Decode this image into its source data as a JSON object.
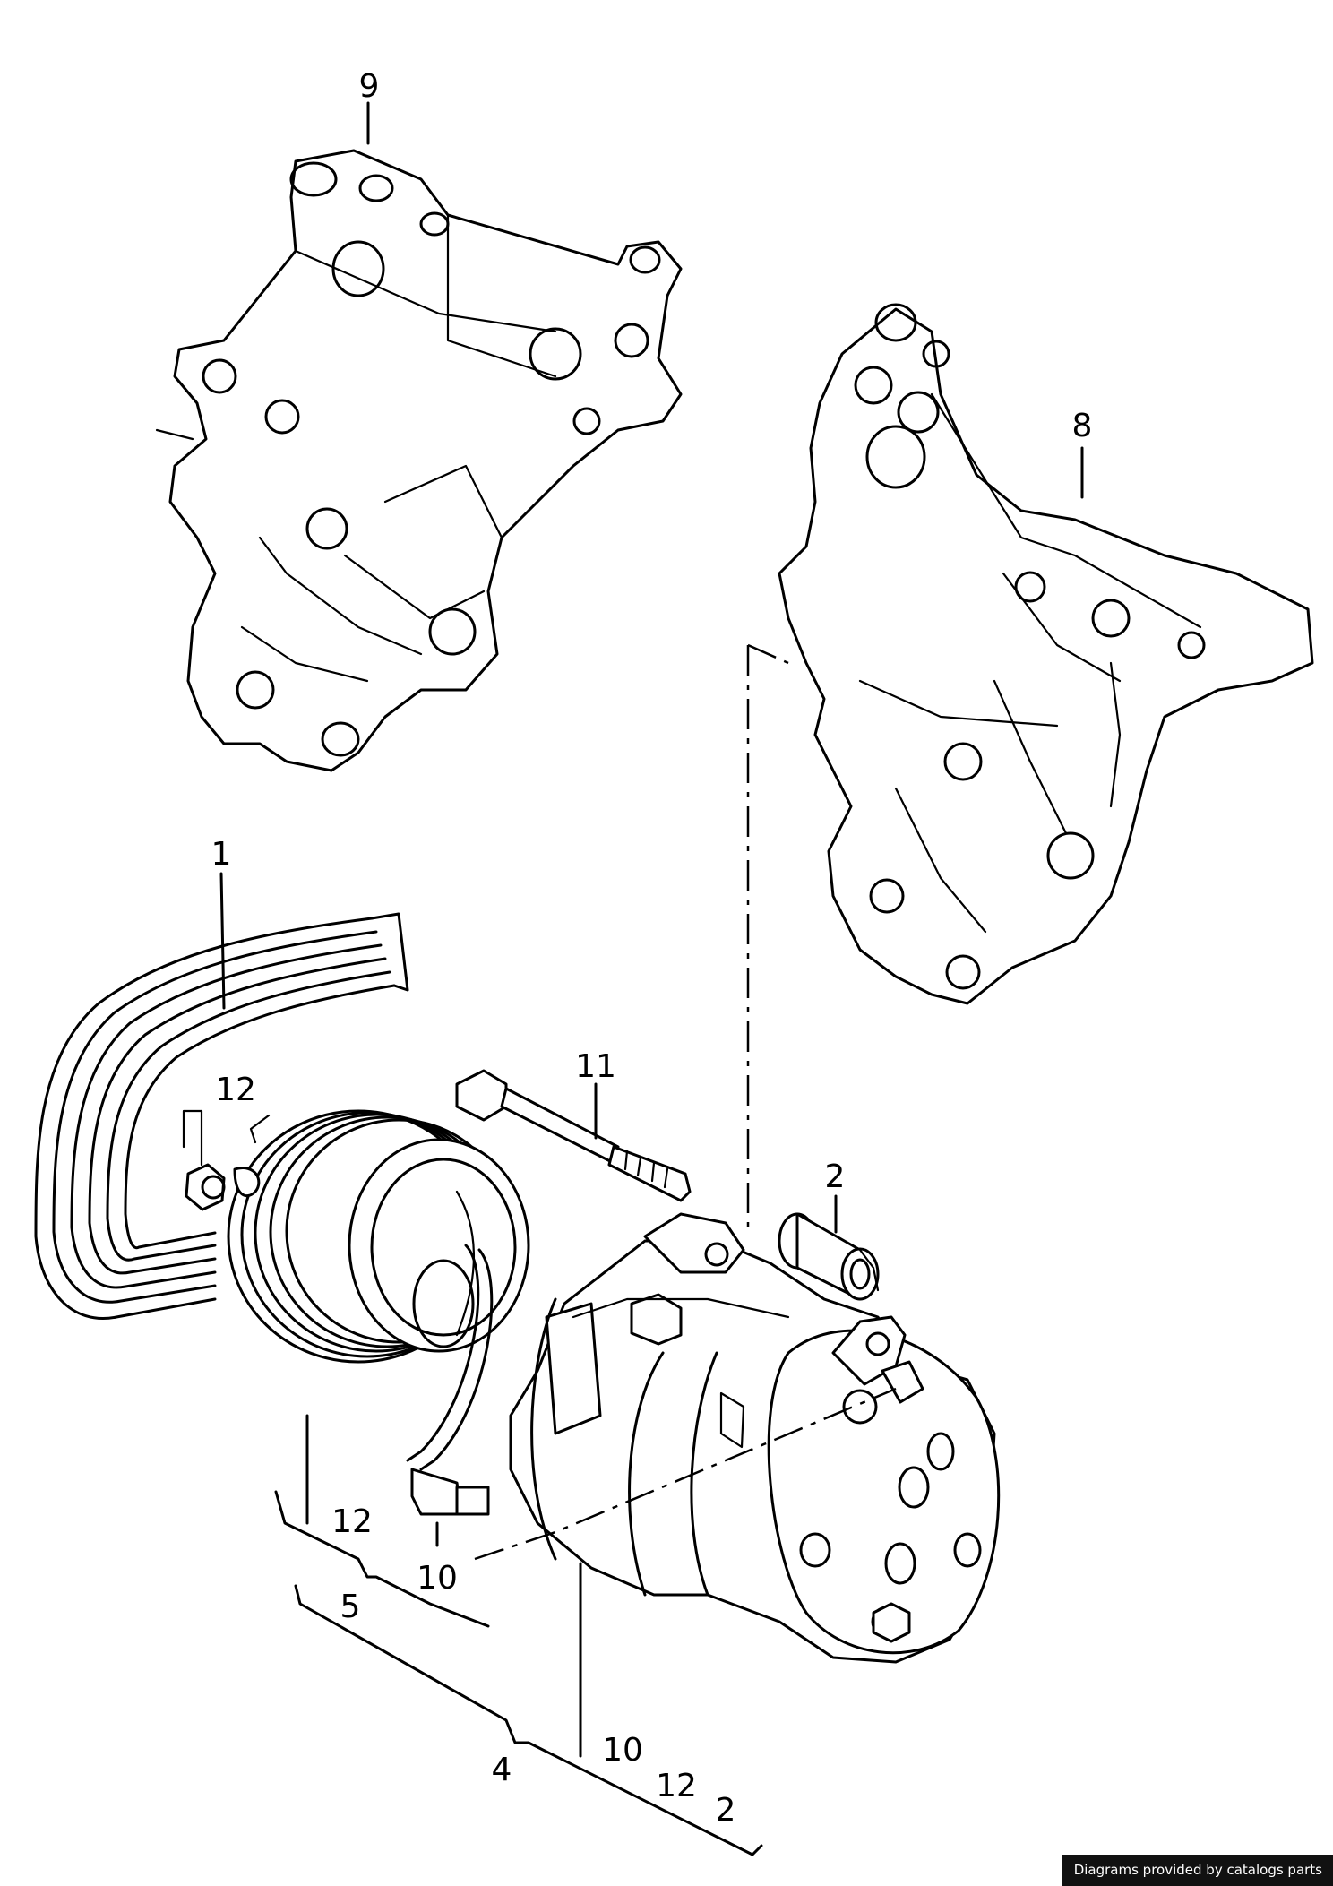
{
  "callouts": {
    "c1": "1",
    "c2a": "2",
    "c2b": "2",
    "c4": "4",
    "c5": "5",
    "c8": "8",
    "c9": "9",
    "c10a": "10",
    "c10b": "10",
    "c11": "11",
    "c12a": "12",
    "c12b": "12",
    "c12c": "12"
  },
  "credit": "Diagrams provided by catalogs parts"
}
